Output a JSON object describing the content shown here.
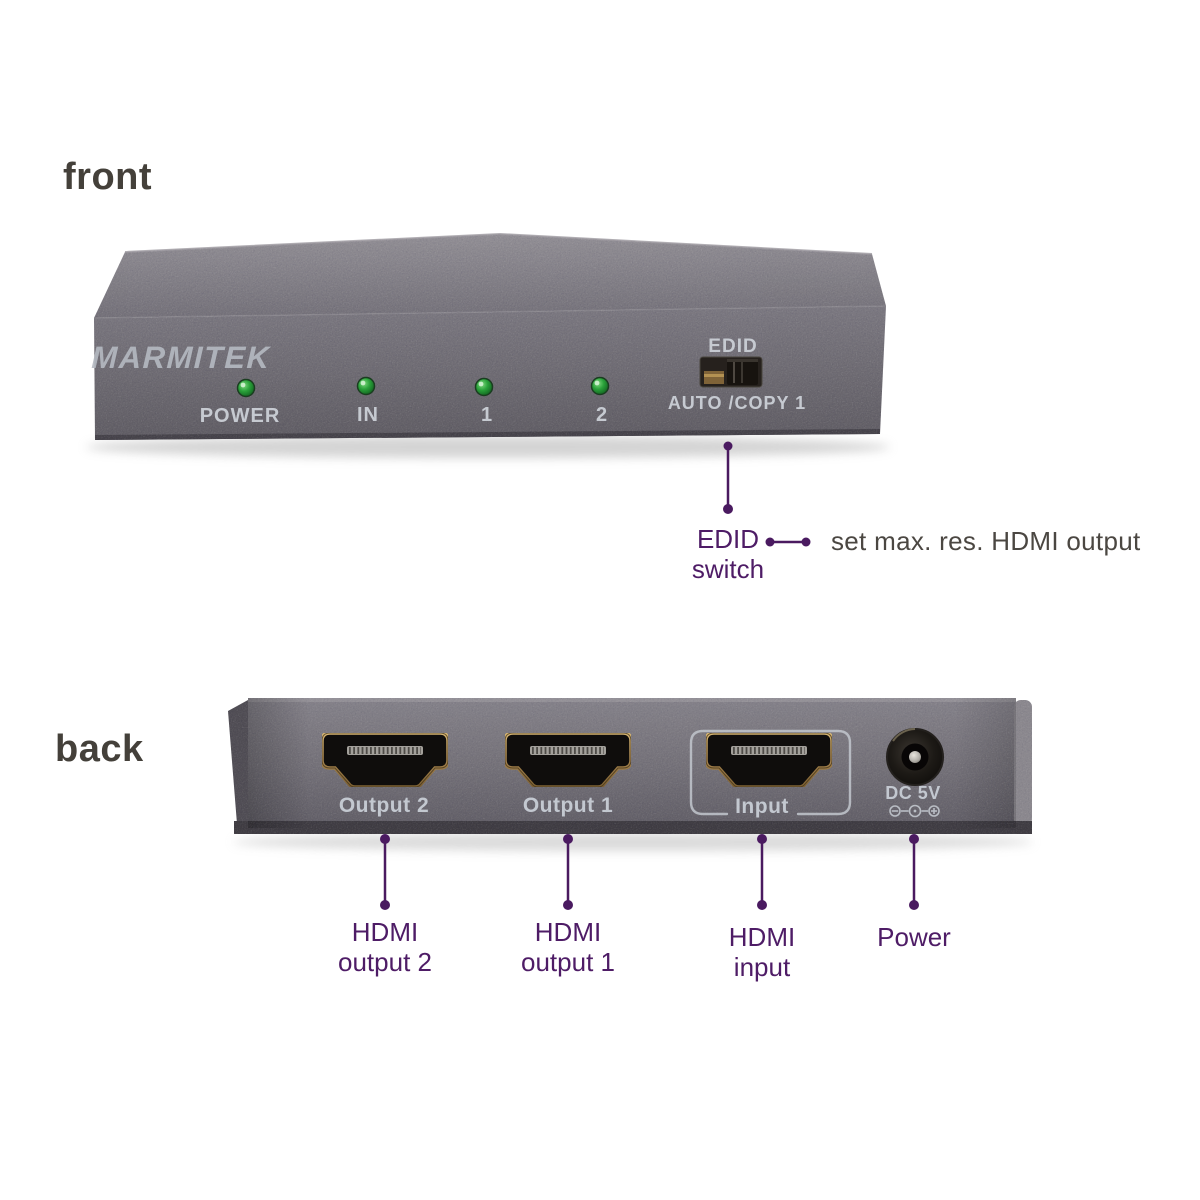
{
  "front": {
    "title": "front",
    "device": {
      "brand": "MARMITEK",
      "leds": [
        {
          "label": "POWER"
        },
        {
          "label": "IN"
        },
        {
          "label": "1"
        },
        {
          "label": "2"
        }
      ],
      "switch_label": "EDID",
      "switch_positions": "AUTO /COPY 1"
    },
    "annotation": {
      "line1": "EDID",
      "line2": "switch",
      "description": "set max. res. HDMI output"
    }
  },
  "back": {
    "title": "back",
    "device": {
      "ports": [
        {
          "label": "Output 2"
        },
        {
          "label": "Output 1"
        },
        {
          "label": "Input"
        }
      ],
      "power_jack": {
        "label": "DC 5V"
      }
    },
    "annotations": [
      {
        "line1": "HDMI",
        "line2": "output 2"
      },
      {
        "line1": "HDMI",
        "line2": "output 1"
      },
      {
        "line1": "HDMI",
        "line2": "input"
      },
      {
        "line1": "Power",
        "line2": ""
      }
    ]
  },
  "colors": {
    "accent_purple": "#4a1a60",
    "annotation_gray": "#4b4742",
    "title_color": "#44403a",
    "led_green": "#1f9a33",
    "device_gray": "#6f6c73",
    "silkscreen": "#c6cad1",
    "brass": "#a8854e",
    "background": "#ffffff"
  }
}
